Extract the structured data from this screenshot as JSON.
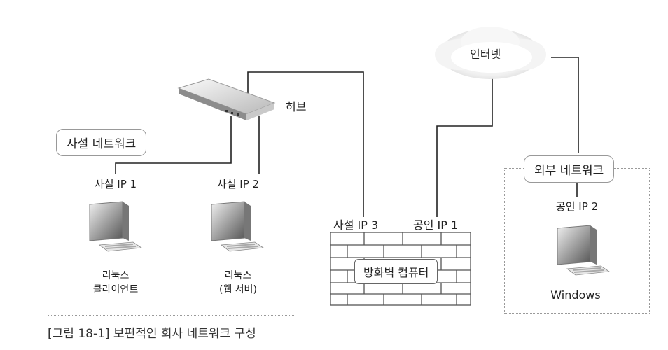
{
  "caption": "[그림 18-1] 보편적인 회사 네트워크 구성",
  "private_network": {
    "label": "사설 네트워크",
    "hub_label": "허브",
    "client": {
      "ip_label": "사설 IP 1",
      "name_line1": "리눅스",
      "name_line2": "클라이언트"
    },
    "server": {
      "ip_label": "사설 IP 2",
      "name_line1": "리눅스",
      "name_line2": "(웹 서버)"
    }
  },
  "firewall": {
    "label": "방화벽 컴퓨터",
    "private_ip_label": "사설 IP 3",
    "public_ip_label": "공인 IP 1"
  },
  "internet": {
    "label": "인터넷"
  },
  "external_network": {
    "label": "외부 네트워크",
    "ip_label": "공인 IP 2",
    "os_label": "Windows"
  },
  "colors": {
    "line": "#222222",
    "zone_border": "#9a9a9a",
    "brick": "#555555"
  }
}
